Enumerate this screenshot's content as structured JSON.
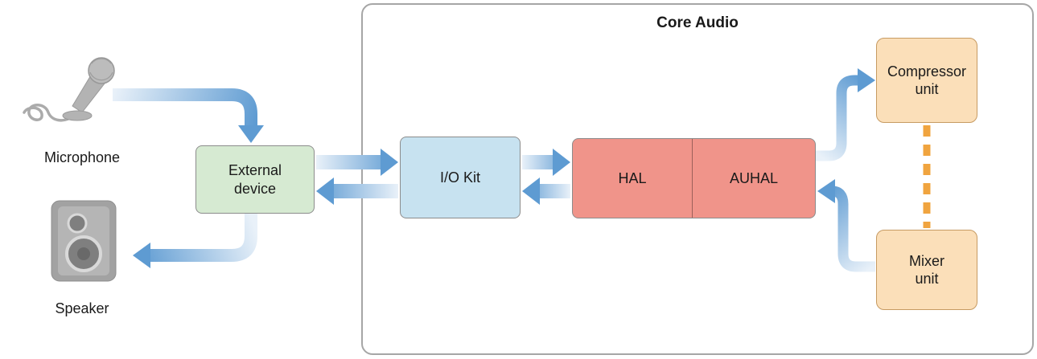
{
  "diagram": {
    "title": "Core Audio",
    "nodes": {
      "microphone": {
        "label": "Microphone"
      },
      "speaker": {
        "label": "Speaker"
      },
      "external_device": {
        "label": "External device"
      },
      "io_kit": {
        "label": "I/O Kit"
      },
      "hal": {
        "label": "HAL"
      },
      "auhal": {
        "label": "AUHAL"
      },
      "compressor_unit": {
        "label": "Compressor unit"
      },
      "mixer_unit": {
        "label": "Mixer unit"
      }
    },
    "edges": [
      {
        "from": "Microphone",
        "to": "External device",
        "style": "gradient-arrow"
      },
      {
        "from": "External device",
        "to": "Speaker",
        "style": "gradient-arrow"
      },
      {
        "from": "External device",
        "to": "I/O Kit",
        "style": "gradient-arrow"
      },
      {
        "from": "I/O Kit",
        "to": "External device",
        "style": "gradient-arrow"
      },
      {
        "from": "I/O Kit",
        "to": "HAL",
        "style": "gradient-arrow"
      },
      {
        "from": "HAL",
        "to": "I/O Kit",
        "style": "gradient-arrow"
      },
      {
        "from": "AUHAL",
        "to": "Compressor unit",
        "style": "gradient-arrow"
      },
      {
        "from": "Mixer unit",
        "to": "AUHAL",
        "style": "gradient-arrow"
      },
      {
        "from": "Compressor unit",
        "to": "Mixer unit",
        "style": "dashed-orange"
      }
    ],
    "colors": {
      "external_device_fill": "#d6ead2",
      "io_kit_fill": "#c7e2f0",
      "hal_fill": "#f0948a",
      "unit_fill": "#fbdfb9",
      "arrow_head": "#5e9bd2",
      "arrow_tail": "#e9f1f9",
      "dashed_connector": "#f0a43f",
      "container_border": "#a6a6a6",
      "icon_gray": "#a9a9a9"
    }
  }
}
